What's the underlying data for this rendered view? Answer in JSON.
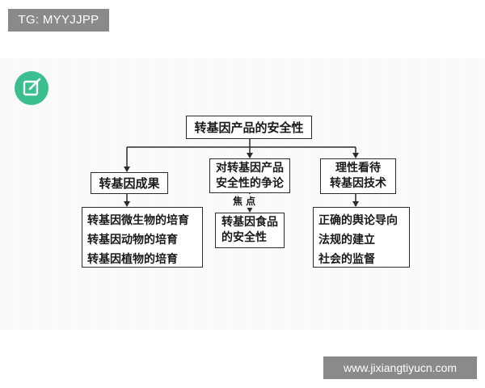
{
  "watermark_top": "TG: MYYJJPP",
  "watermark_bottom": "www.jixiangtiyucn.com",
  "accent_color": "#3cbf8f",
  "icon": "edit-note-icon",
  "diagram": {
    "root": "转基因产品的安全性",
    "left": {
      "title": "转基因成果",
      "items": [
        "转基因微生物的培育",
        "转基因动物的培育",
        "转基因植物的培育"
      ]
    },
    "middle": {
      "title_lines": [
        "对转基因产品",
        "安全性的争论"
      ],
      "focus_label": "焦 点",
      "child_lines": [
        "转基因食品",
        "的安全性"
      ]
    },
    "right": {
      "title_lines": [
        "理性看待",
        "转基因技术"
      ],
      "items": [
        "正确的舆论导向",
        "法规的建立",
        "社会的监督"
      ]
    }
  }
}
